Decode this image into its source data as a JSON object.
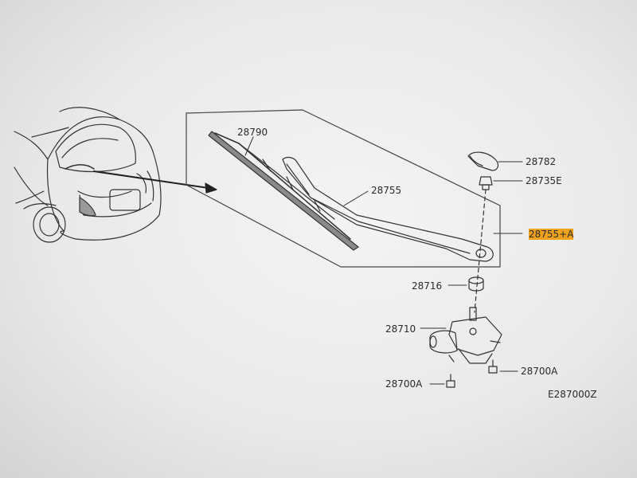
{
  "diagram": {
    "callouts": [
      {
        "id": "p28790",
        "text": "28790"
      },
      {
        "id": "p28755",
        "text": "28755"
      },
      {
        "id": "p28782",
        "text": "28782"
      },
      {
        "id": "p28735E",
        "text": "28735E"
      },
      {
        "id": "p28755A",
        "text": "28755+A"
      },
      {
        "id": "p28716",
        "text": "28716"
      },
      {
        "id": "p28710",
        "text": "28710"
      },
      {
        "id": "p28700A_right",
        "text": "28700A"
      },
      {
        "id": "p28700A_left",
        "text": "28700A"
      }
    ],
    "figure_code": "E287000Z",
    "highlight_color": "#f0a21c"
  }
}
